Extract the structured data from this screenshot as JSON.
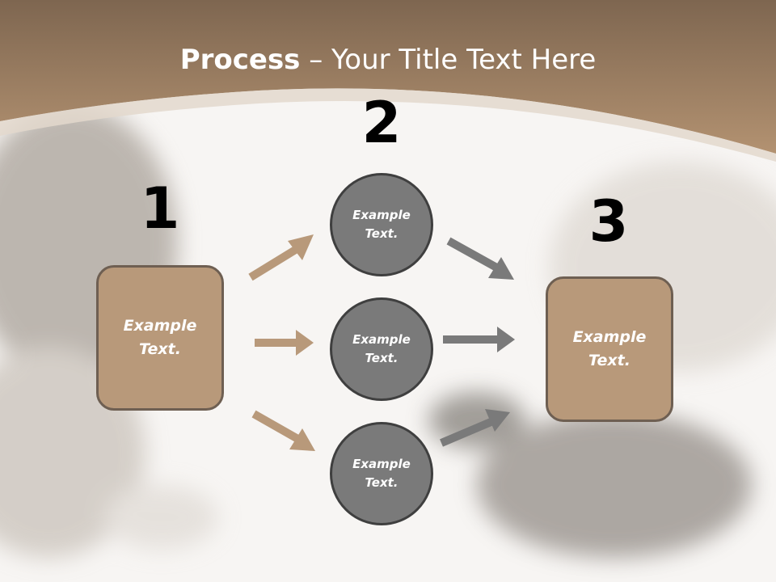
{
  "title": {
    "bold": "Process",
    "rest": " – Your Title Text Here"
  },
  "steps": [
    {
      "number": "1",
      "text": "Example Text."
    },
    {
      "number": "2",
      "text": "Example Text."
    },
    {
      "number": "3",
      "text": "Example Text."
    }
  ],
  "circles": [
    {
      "text": "Example Text."
    },
    {
      "text": "Example Text."
    },
    {
      "text": "Example Text."
    }
  ],
  "colors": {
    "header": "#a8876a",
    "box_fill": "#b8997a",
    "circle_fill": "#7a7a7a",
    "arrow_tan": "#b8997a",
    "arrow_gray": "#7a7a7a"
  }
}
